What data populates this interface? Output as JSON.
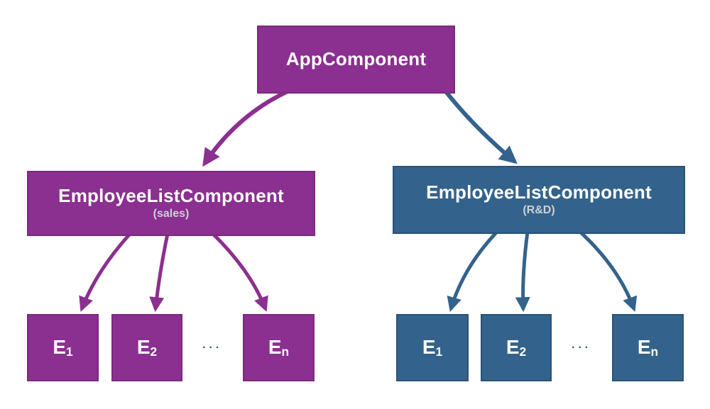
{
  "colors": {
    "purple": "#8b2f90",
    "purple_border": "#7a2a80",
    "blue": "#33638c",
    "blue_border": "#2a527a",
    "subtitle_text": "#ccd1d6",
    "ellipsis": "#3d5a7e",
    "background": "#ffffff",
    "box_text": "#ffffff"
  },
  "root": {
    "label": "AppComponent"
  },
  "left_group": {
    "parent": {
      "label": "EmployeeListComponent",
      "sublabel": "(sales)"
    },
    "employees": [
      {
        "base": "E",
        "sub": "1"
      },
      {
        "base": "E",
        "sub": "2"
      },
      {
        "base": "E",
        "sub": "n"
      }
    ],
    "ellipsis": "···"
  },
  "right_group": {
    "parent": {
      "label": "EmployeeListComponent",
      "sublabel": "(R&D)"
    },
    "employees": [
      {
        "base": "E",
        "sub": "1"
      },
      {
        "base": "E",
        "sub": "2"
      },
      {
        "base": "E",
        "sub": "n"
      }
    ],
    "ellipsis": "···"
  }
}
